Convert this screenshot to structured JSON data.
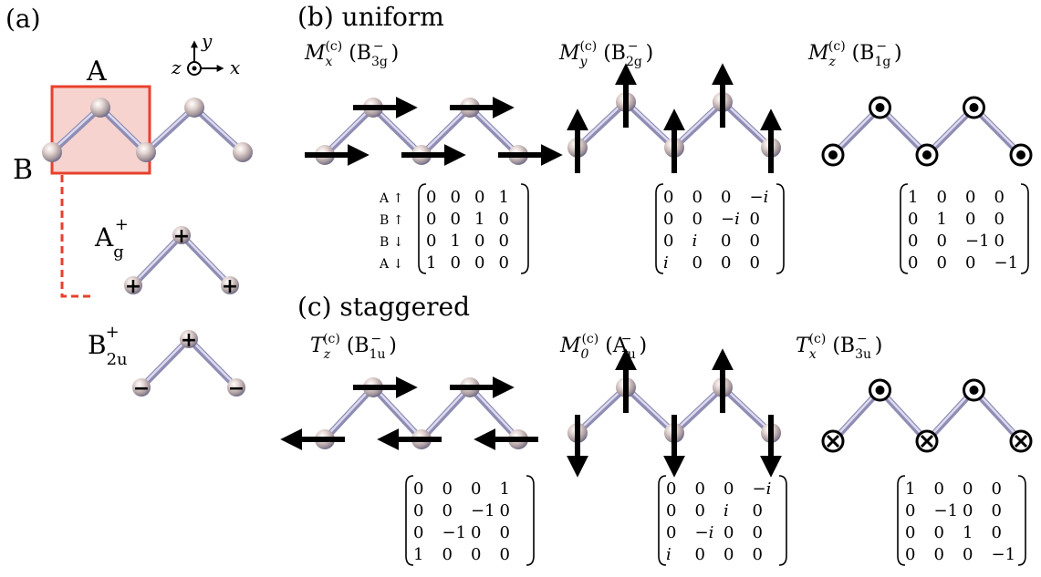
{
  "panels": {
    "a": "(a)",
    "b": "(b) uniform",
    "c": "(c) staggered"
  },
  "atoms": {
    "A": "A",
    "B": "B"
  },
  "axes": {
    "x": "x",
    "y": "y",
    "z": "z"
  },
  "irreps_a": [
    {
      "base": "A",
      "sub": "g",
      "sup": "+"
    },
    {
      "base": "B",
      "sub": "2u",
      "sup": "+"
    }
  ],
  "modes": [
    {
      "op": "M",
      "op_sub": "x",
      "op_sup": "(c)",
      "irr": "B",
      "irr_sub": "3g",
      "irr_sup": "−"
    },
    {
      "op": "M",
      "op_sub": "y",
      "op_sup": "(c)",
      "irr": "B",
      "irr_sub": "2g",
      "irr_sup": "−"
    },
    {
      "op": "M",
      "op_sub": "z",
      "op_sup": "(c)",
      "irr": "B",
      "irr_sub": "1g",
      "irr_sup": "−"
    },
    {
      "op": "T",
      "op_sub": "z",
      "op_sup": "(c)",
      "irr": "B",
      "irr_sub": "1u",
      "irr_sup": "−"
    },
    {
      "op": "M",
      "op_sub": "0",
      "op_sup": "(c)",
      "irr": "A",
      "irr_sub": "u",
      "irr_sup": "−"
    },
    {
      "op": "T",
      "op_sub": "x",
      "op_sup": "(c)",
      "irr": "B",
      "irr_sub": "3u",
      "irr_sup": "−"
    }
  ],
  "row_labels": [
    "A ↑",
    "B ↑",
    "B ↓",
    "A ↓"
  ],
  "matrices": [
    [
      [
        "0",
        "0",
        "0",
        "1"
      ],
      [
        "0",
        "0",
        "1",
        "0"
      ],
      [
        "0",
        "1",
        "0",
        "0"
      ],
      [
        "1",
        "0",
        "0",
        "0"
      ]
    ],
    [
      [
        "0",
        "0",
        "0",
        "−i"
      ],
      [
        "0",
        "0",
        "−i",
        "0"
      ],
      [
        "0",
        "i",
        "0",
        "0"
      ],
      [
        "i",
        "0",
        "0",
        "0"
      ]
    ],
    [
      [
        "1",
        "0",
        "0",
        "0"
      ],
      [
        "0",
        "1",
        "0",
        "0"
      ],
      [
        "0",
        "0",
        "−1",
        "0"
      ],
      [
        "0",
        "0",
        "0",
        "−1"
      ]
    ],
    [
      [
        "0",
        "0",
        "0",
        "1"
      ],
      [
        "0",
        "0",
        "−1",
        "0"
      ],
      [
        "0",
        "−1",
        "0",
        "0"
      ],
      [
        "1",
        "0",
        "0",
        "0"
      ]
    ],
    [
      [
        "0",
        "0",
        "0",
        "−i"
      ],
      [
        "0",
        "0",
        "i",
        "0"
      ],
      [
        "0",
        "−i",
        "0",
        "0"
      ],
      [
        "i",
        "0",
        "0",
        "0"
      ]
    ],
    [
      [
        "1",
        "0",
        "0",
        "0"
      ],
      [
        "0",
        "−1",
        "0",
        "0"
      ],
      [
        "0",
        "0",
        "1",
        "0"
      ],
      [
        "0",
        "0",
        "0",
        "−1"
      ]
    ]
  ],
  "signs": {
    "plus": "+",
    "minus": "−"
  },
  "colors": {
    "box": "#e8402c",
    "box_fill": "#f6d3cf",
    "bond": "#a9a7c9",
    "atom": "#b9a9a6"
  }
}
